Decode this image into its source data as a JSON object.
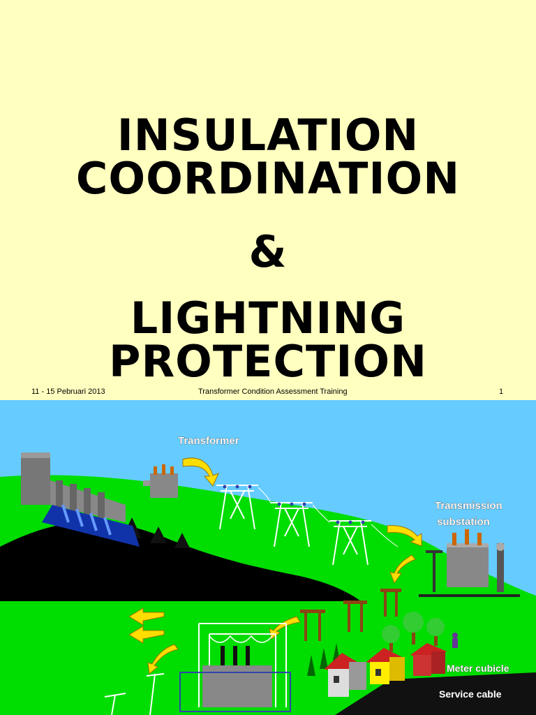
{
  "slide": {
    "title_lines": [
      "INSULATION",
      "COORDINATION",
      "&",
      "LIGHTNING",
      "PROTECTION"
    ],
    "footer": {
      "date": "11 - 15 Pebruari 2013",
      "center": "Transformer Condition Assessment Training",
      "page": "1"
    }
  },
  "diagram": {
    "labels": {
      "transformer": "Transformer",
      "transmission_1": "Transmission",
      "transmission_2": "substation",
      "meter_cubicle": "Meter cubicle",
      "service_cable": "Service cable"
    },
    "colors": {
      "sky": "#66ccff",
      "grass": "#00dd00",
      "hill": "#000000",
      "arrow": "#ffdd00"
    }
  }
}
